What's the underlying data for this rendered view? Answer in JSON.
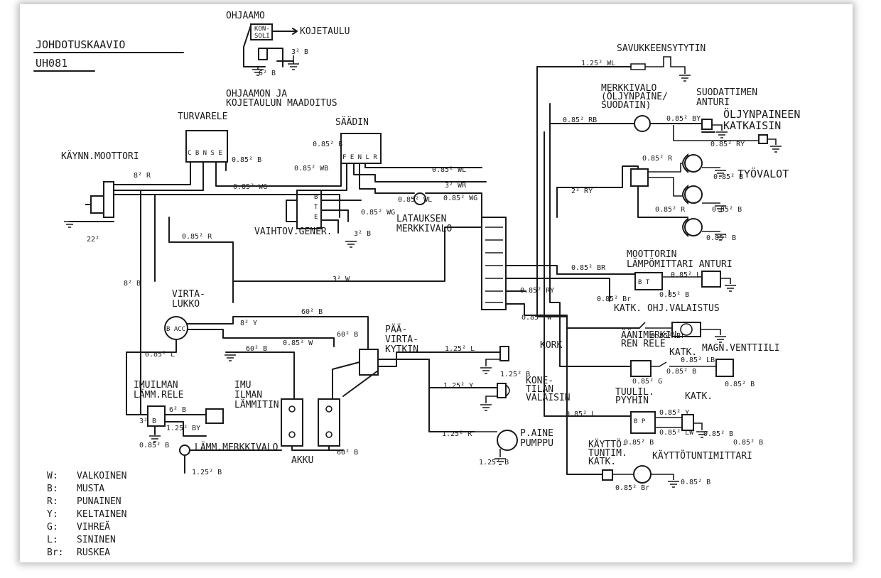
{
  "title": {
    "line1": "JOHDOTUSKAAVIO",
    "line2": "UH081"
  },
  "components": {
    "ohjaamo": "OHJAAMO",
    "konsoli": [
      "KON-",
      "SOLI"
    ],
    "kojetaulu": "KOJETAULU",
    "ohjaamon_maadoitus": [
      "OHJAAMON JA",
      "KOJETAULUN MAADOITUS"
    ],
    "turvarele": "TURVARELE",
    "turvarele_terminals": "C B N S E",
    "kaynnistysmoottori": "KÄYNN.MOOTTORI",
    "saadin": "SÄÄDIN",
    "saadin_terminals": "F E N L R",
    "vaihtovirtageneraattori": "VAIHTOV.GENER.",
    "latauksen_merkkivalo": [
      "LATAUKSEN",
      "MERKKIVALO"
    ],
    "savukkeensytytin": "SAVUKKEENSYTYTIN",
    "merkkivalo": [
      "MERKKIVALO",
      "(ÖLJYNPAINE/",
      "SUODATIN)"
    ],
    "suodattimen_anturi": [
      "SUODATTIMEN",
      "ANTURI"
    ],
    "oljynpaineen_katkaisin": [
      "ÖLJYNPAINEEN",
      "KATKAISIN"
    ],
    "tyovalot": "TYÖVALOT",
    "moottorin_anturi": [
      "MOOTTORIN",
      "LÄMPÖMITTARI ANTURI"
    ],
    "katk_ohj_valaistus": "KATK. OHJ.VALAISTUS",
    "aanimerkin_rele": [
      "ÄÄNIMERKIN",
      "REN RELE"
    ],
    "katk_1": "KATK.",
    "magn_venttiili": "MAGN.VENTTIILI",
    "tuulilasinpyyhin": [
      "TUULIL.",
      "PYYHIN"
    ],
    "katk_2": "KATK.",
    "kayntitunti_katk": [
      "KÄYTTÖ-",
      "TUNTIM.",
      "KATK."
    ],
    "kayttotuntimittari": "KÄYTTÖTUNTIMITTARI",
    "virtalukko": [
      "VIRTA-",
      "LUKKO"
    ],
    "paavirtakytkin": [
      "PÄÄ-",
      "VIRTA-",
      "KYTKIN"
    ],
    "kork": "KORK",
    "konetilan_valaisin": [
      "KONE-",
      "TILAN",
      "VALAISIN"
    ],
    "paine_pumppu": [
      "P.AINE",
      "PUMPPU"
    ],
    "imuilman_rele": [
      "IMUILMAN",
      "LÄMM.RELE"
    ],
    "imuilman_lammitin": [
      "IMU",
      "ILMAN",
      "LÄMMITIN"
    ],
    "lamm_merkkivalo": "LÄMM.MERKKIVALO",
    "akku": "AKKU"
  },
  "wire_labels": {
    "w_3b": "3² B",
    "w_6b": "6² B",
    "w_125wl": "1.25² WL",
    "w_085rb": "0.85² RB",
    "w_085by": "0.85² BY",
    "w_085ry": "0.85² RY",
    "w_085r_tv": "0.85² R",
    "w_085b_tv1": "0.85² B",
    "w_085r_tv2": "0.85² R",
    "w_085b_tv2": "0.85² B",
    "w_085b_tv3": "0.85² B",
    "w_2ry": "2² RY",
    "w_8r": "8² R",
    "w_085b_tr": "0.85² B",
    "w_085wg": "0.85² WG",
    "w_085b_sd": "0.85² B",
    "w_085wb": "0.85² WB",
    "w_085wl": "0.85² WL",
    "w_3wr": "3² WR",
    "w_085wl_mid": "0.85² WL",
    "w_085wg_gen": "0.85² WG",
    "w_085wg_lat": "0.85² WG",
    "w_3b_gen": "3² B",
    "w_22": "22²",
    "w_085r_mid": "0.85² R",
    "w_3w": "3² W",
    "w_085br": "0.85² BR",
    "w_085l": "0.85² L",
    "w_085b_an": "0.85² B",
    "w_085ry_mid": "0.85² RY",
    "w_085w": "0.85² W",
    "w_085br_katk": "0.85² Br",
    "w_085br_aan": "0.85² Br",
    "w_085b_pyy1": "0.85² LB",
    "w_085b_pyy2": "0.85² B",
    "w_085g": "0.85² G",
    "w_085b_pyy3": "0.85² B",
    "w_085l_kt": "0.85² L",
    "w_085y_kt": "0.85² Y",
    "w_085b_kt": "0.85² B",
    "w_085lw": "0.85² LW",
    "w_085b_kt2": "0.85² B",
    "w_085b_kt3": "0.85² B",
    "w_085br_kt": "0.85² Br",
    "w_085b_kt4": "0.85² B",
    "w_8b": "8² B",
    "w_60b_top": "60² B",
    "w_8y": "8² Y",
    "w_60b": "60² B",
    "w_60b_mid": "60² B",
    "w_085w_mid": "0.85² W",
    "w_085l_left": "0.85² L",
    "w_125l": "1.25² L",
    "w_125b_kork": "1.25² B",
    "w_125y": "1.25² Y",
    "w_125r": "1.25² R",
    "w_125b_pump": "1.25² B",
    "w_60b_akku": "60² B",
    "w_6b_rele": "6² B",
    "w_125by": "1.25² BY",
    "w_3b_rele": "3² B",
    "w_085b_rele": "0.85² B",
    "w_125b_lamm": "1.25² B"
  },
  "legend": [
    {
      "code": "W:",
      "name": "VALKOINEN"
    },
    {
      "code": "B:",
      "name": "MUSTA"
    },
    {
      "code": "R:",
      "name": "PUNAINEN"
    },
    {
      "code": "Y:",
      "name": "KELTAINEN"
    },
    {
      "code": "G:",
      "name": "VIHREÄ"
    },
    {
      "code": "L:",
      "name": "SININEN"
    },
    {
      "code": "Br:",
      "name": "RUSKEA"
    }
  ]
}
